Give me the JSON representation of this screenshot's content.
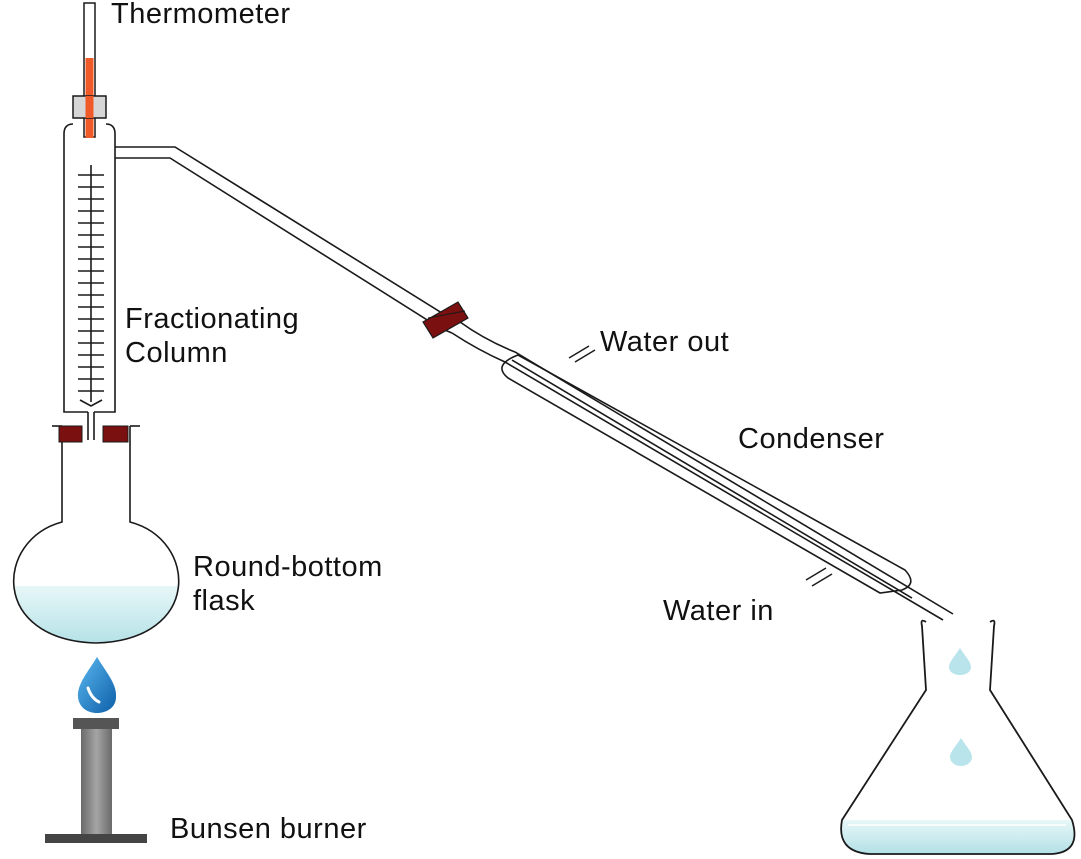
{
  "labels": {
    "thermometer": "Thermometer",
    "column_line1": "Fractionating",
    "column_line2": "Column",
    "water_out": "Water out",
    "condenser": "Condenser",
    "flask_line1": "Round-bottom",
    "flask_line2": "flask",
    "water_in": "Water in",
    "burner": "Bunsen burner"
  },
  "colors": {
    "glass_stroke": "#1a1a1a",
    "liquid": "#bfe6ea",
    "thermometer_fluid": "#f05a28",
    "stopper": "#7a1010",
    "flame": "#1f7fc9",
    "burner_body": "#7f7f7f",
    "droplet": "#b9e4ec"
  },
  "icons": [
    "thermometer-icon",
    "flame-icon",
    "droplet-icon"
  ]
}
